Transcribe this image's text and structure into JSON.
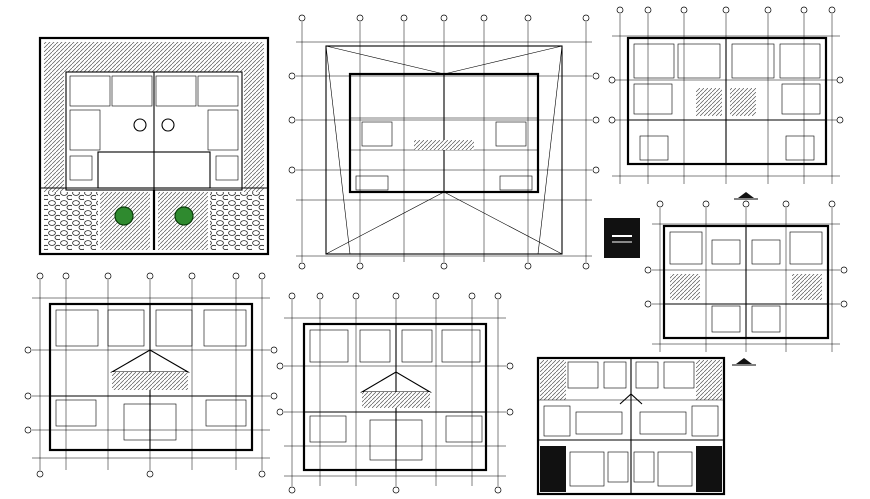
{
  "drawing": {
    "sheets": [
      {
        "id": "site-plan"
      },
      {
        "id": "roof-plan"
      },
      {
        "id": "upper-floor-plan"
      },
      {
        "id": "second-floor-plan"
      },
      {
        "id": "ground-floor-plan"
      },
      {
        "id": "first-floor-plan"
      },
      {
        "id": "furnished-plan"
      }
    ]
  },
  "colors": {
    "line": "#000000",
    "background": "#ffffff",
    "tree": "#2f8a2f",
    "hatch": "#9a9a9a"
  },
  "icons": [
    "north-arrow-icon",
    "tree-icon",
    "grid-bubble-icon",
    "legend-block-icon"
  ]
}
